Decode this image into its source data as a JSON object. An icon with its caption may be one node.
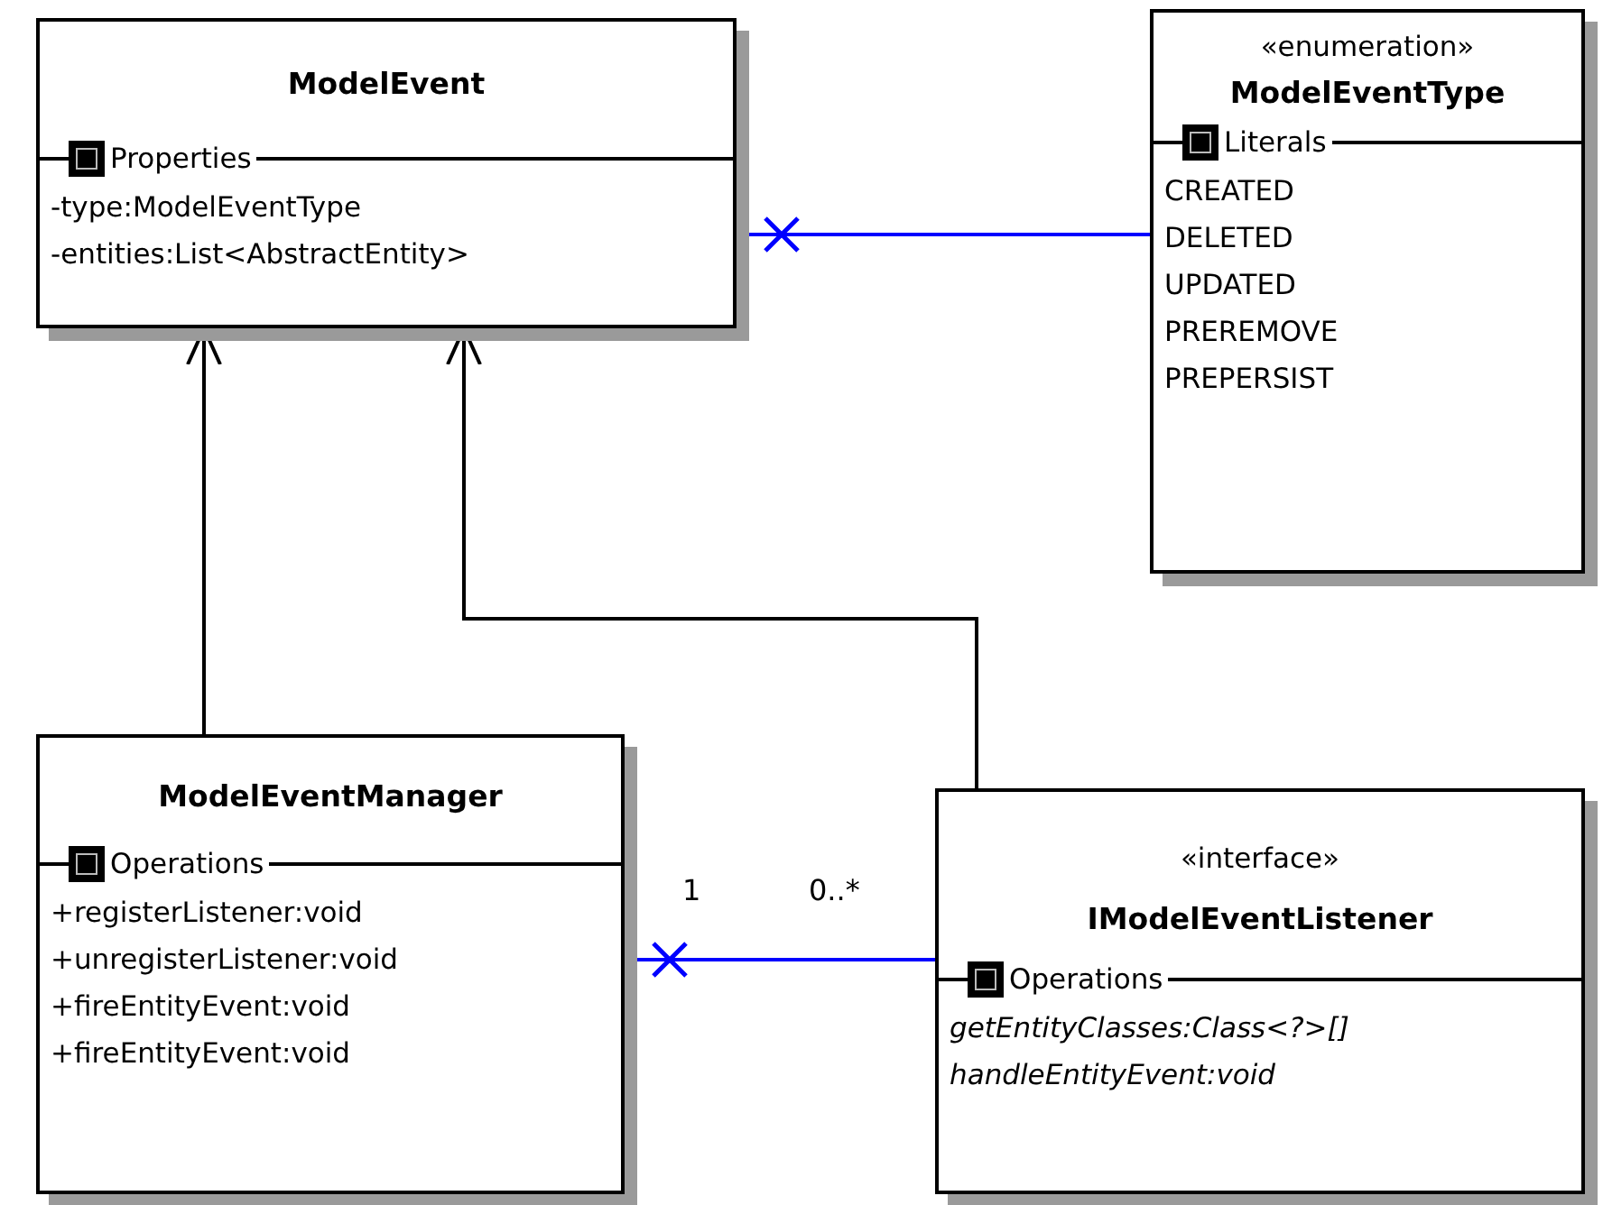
{
  "diagram": {
    "nodes": [
      {
        "text": [
          "ModelEvent",
          "Properties",
          "-type:ModelEventType",
          "-entities:List<AbstractEntity>"
        ]
      },
      {
        "text": [
          "«enumeration»",
          "ModelEventType",
          "Literals",
          "CREATED",
          "DELETED",
          "UPDATED",
          "PREREMOVE",
          "PREPERSIST"
        ]
      },
      {
        "text": [
          "ModelEventManager",
          "Operations",
          "+registerListener:void",
          "+unregisterListener:void",
          "+fireEntityEvent:void",
          "+fireEntityEvent:void"
        ]
      },
      {
        "text": [
          "«interface»",
          "IModelEventListener",
          "Operations",
          "getEntityClasses:Class<?>[]",
          "handleEntityEvent:void"
        ]
      }
    ],
    "edges": [
      {
        "from": 1,
        "to": 0,
        "arrow": "other",
        "color": "#0000ff"
      },
      {
        "from": 2,
        "to": 0,
        "arrow": "to",
        "color": "#000000"
      },
      {
        "from": 3,
        "to": 0,
        "arrow": "to",
        "color": "#000000"
      },
      {
        "from": 3,
        "to": 2,
        "arrow": "other",
        "color": "#0000ff"
      }
    ],
    "labels": [
      "1",
      "0..*"
    ]
  }
}
